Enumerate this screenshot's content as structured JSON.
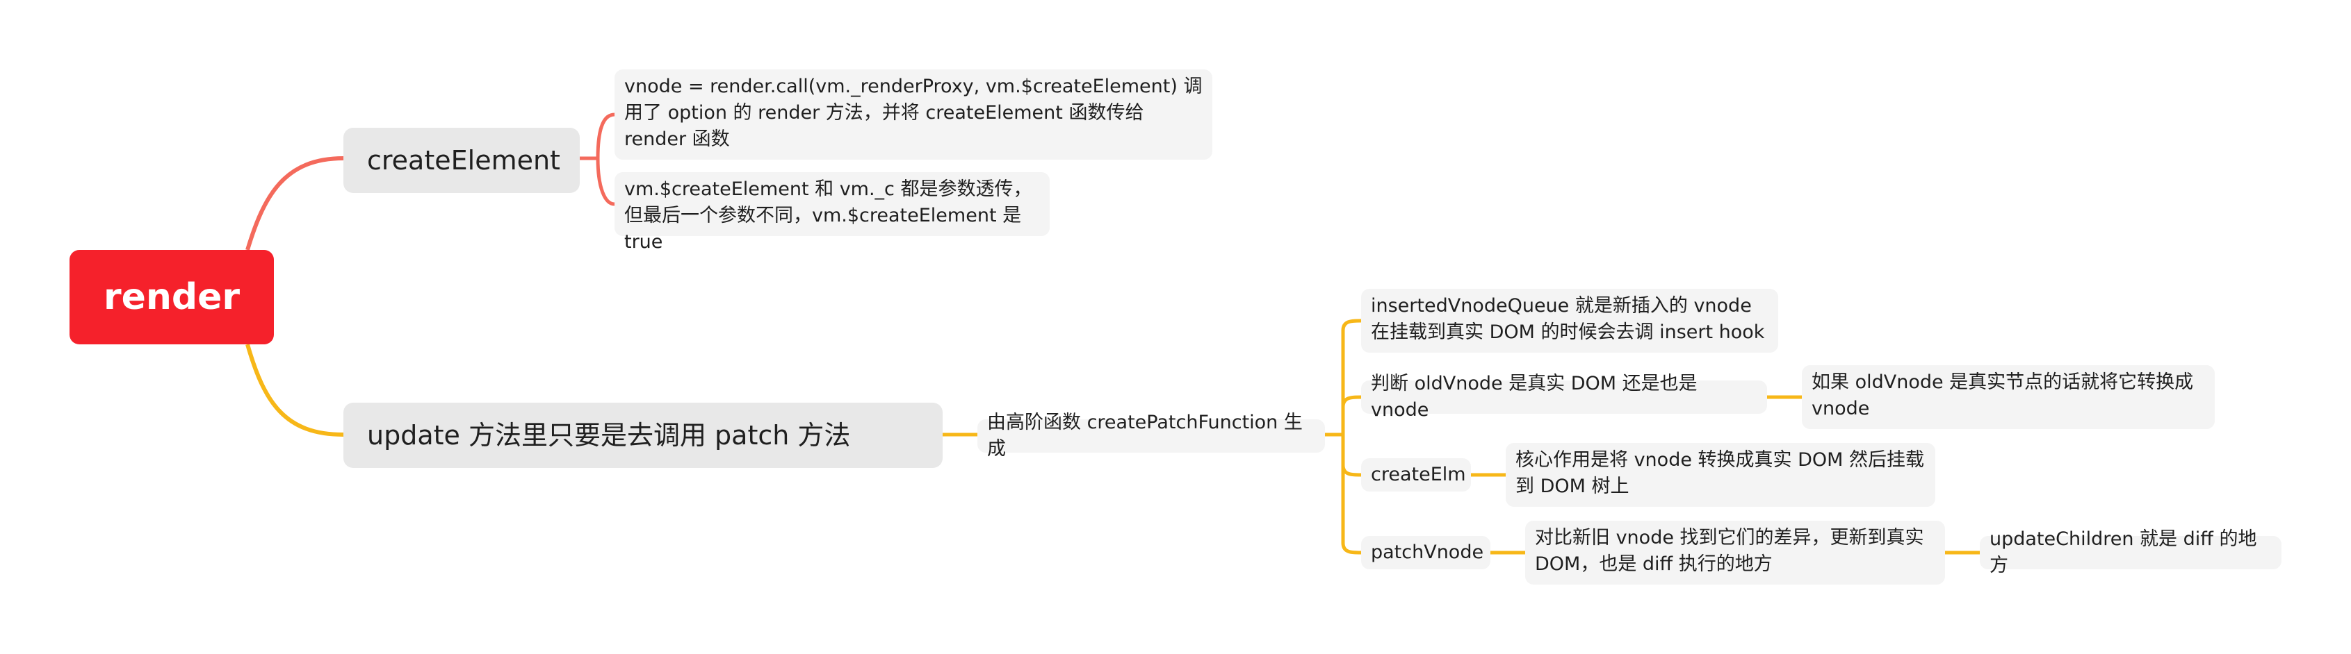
{
  "root": {
    "label": "render"
  },
  "branches": {
    "createElement": {
      "label": "createElement",
      "children": [
        "vnode = render.call(vm._renderProxy, vm.$createElement) 调用了 option 的 render 方法，并将 createElement 函数传给 render 函数",
        "vm.$createElement 和 vm._c 都是参数透传，但最后一个参数不同，vm.$createElement 是 true"
      ]
    },
    "update": {
      "label": "update 方法里只要是去调用 patch 方法",
      "child": {
        "label": "由高阶函数 createPatchFunction 生成",
        "children": {
          "inserted": "insertedVnodeQueue 就是新插入的 vnode 在挂载到真实 DOM 的时候会去调 insert hook",
          "judge": "判断 oldVnode 是真实 DOM 还是也是 vnode",
          "judge_desc": "如果 oldVnode 是真实节点的话就将它转换成 vnode",
          "createElm": "createElm",
          "createElm_desc": "核心作用是将 vnode 转换成真实 DOM 然后挂载到 DOM 树上",
          "patchVnode": "patchVnode",
          "patch_desc": "对比新旧 vnode 找到它们的差异，更新到真实DOM，也是 diff 执行的地方",
          "updateChildren": "updateChildren 就是 diff 的地方"
        }
      }
    }
  },
  "colors": {
    "root": "#f5212b",
    "branch_createElement": "#f46a5c",
    "branch_update": "#f7b718",
    "node_bg": "#f4f4f4",
    "main_node_bg": "#e8e8e8"
  }
}
